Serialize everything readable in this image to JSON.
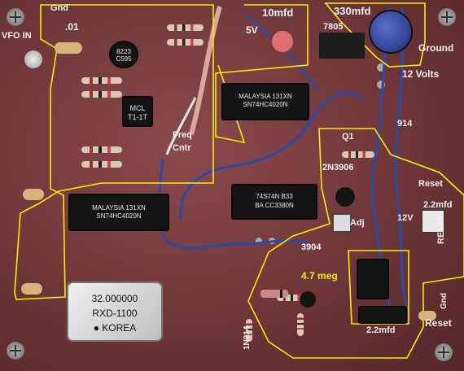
{
  "labels": {
    "vfo_in": "VFO IN",
    "gnd": "Gnd",
    "cap_01": ".01",
    "cap_10mfd": "10mfd",
    "v5": "5V",
    "cap_330mfd": "330mfd",
    "reg_7805": "7805",
    "ground": "Ground",
    "volts12": "12 Volts",
    "freq": "Freq",
    "cntr": "Cntr",
    "diode_914": "914",
    "transistor_2n3906": "2N3906",
    "q1": "Q1",
    "reset": "Reset",
    "cap_22mfd_top": "2.2mfd",
    "v12_small": "12V",
    "relay": "RELAY",
    "adj": "Adj",
    "meg_47": "4.7 meg",
    "transistor_3904": "3904",
    "diode_1n914": "1N914",
    "cap_22mfd_bottom": "2.2mfd",
    "gnd_right": "Gnd"
  },
  "chips": {
    "u1": [
      "MALAYSIA  131XN",
      "SN74HC4020N"
    ],
    "u2": [
      "MALAYSIA  131XN",
      "SN74HC4020N"
    ],
    "u3": [
      "74S74N  B33",
      "BA  CC3380N"
    ],
    "mcl": [
      "MCL",
      "T1-1T"
    ],
    "transistor_small": [
      "8223",
      "C595"
    ]
  },
  "crystal": {
    "freq": "32.000000",
    "model": "RXD-1100",
    "origin": "KOREA"
  },
  "colors": {
    "board": "#6e3638",
    "outline": "#f4f000",
    "wire_blue": "#2a4aa8",
    "chip": "#141414"
  }
}
